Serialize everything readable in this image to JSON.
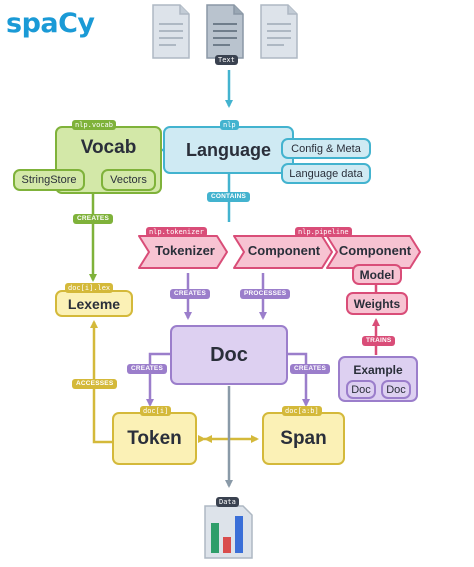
{
  "logo": "spaCy",
  "input_label": "Text",
  "output_label": "Data",
  "nodes": {
    "vocab": {
      "title": "Vocab",
      "tag": "nlp.vocab",
      "children": [
        "StringStore",
        "Vectors"
      ]
    },
    "language": {
      "title": "Language",
      "tag": "nlp",
      "children": [
        "Config & Meta",
        "Language data"
      ]
    },
    "tokenizer": {
      "title": "Tokenizer",
      "tag": "nlp.tokenizer"
    },
    "pipeline": {
      "tag": "nlp.pipeline",
      "components": [
        "Component",
        "Component"
      ],
      "model": "Model",
      "weights": "Weights"
    },
    "lexeme": {
      "title": "Lexeme",
      "tag": "doc[i].lex"
    },
    "doc": {
      "title": "Doc"
    },
    "token": {
      "title": "Token",
      "tag": "doc[i]"
    },
    "span": {
      "title": "Span",
      "tag": "doc[a:b]"
    },
    "example": {
      "title": "Example",
      "children": [
        "Doc",
        "Doc"
      ]
    }
  },
  "edge_labels": {
    "contains": "CONTAINS",
    "creates_vocab": "CREATES",
    "creates_tokenizer": "CREATES",
    "processes": "PROCESSES",
    "trains": "TRAINS",
    "creates_token": "CREATES",
    "creates_span": "CREATES",
    "accesses": "ACCESSES"
  },
  "colors": {
    "brand": "#1a9ad6",
    "green": "#7fb23a",
    "blue": "#43b3cf",
    "yellow": "#d4b93a",
    "purple": "#9b7ecb",
    "pink": "#d94d78",
    "gray": "#8a9aa8"
  }
}
